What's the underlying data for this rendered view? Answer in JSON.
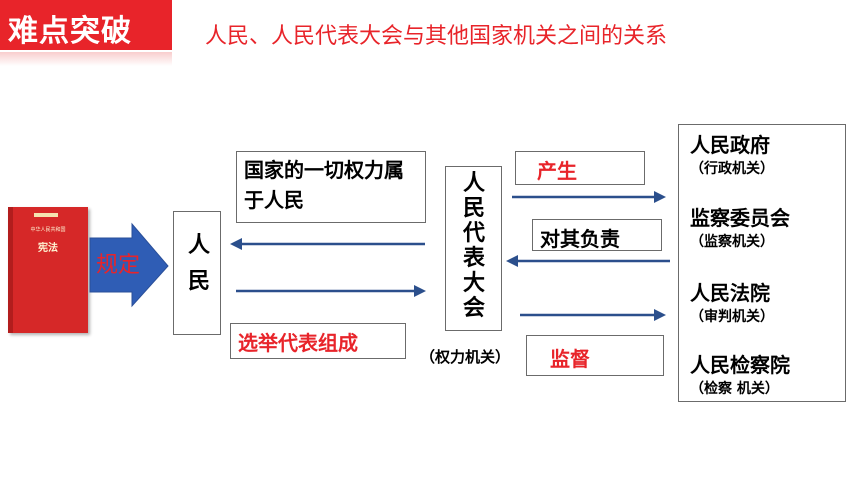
{
  "header": {
    "badge": "难点突破",
    "title": "人民、人民代表大会与其他国家机关之间的关系"
  },
  "book": {
    "top_label": "中华人民共和国",
    "title": "宪法"
  },
  "diagram": {
    "guiding_label": "规定",
    "people": "人民",
    "power_statement": "国家的一切权力属于人民",
    "election": "选举代表组成",
    "npc": "人民代表大会",
    "npc_note": "（权力机关）",
    "produce": "产生",
    "responsible": "对其负责",
    "supervise": "监督",
    "organs": [
      {
        "name": "人民政府",
        "type": "（行政机关）"
      },
      {
        "name": "监察委员会",
        "type": "（监察机关）"
      },
      {
        "name": "人民法院",
        "type": "（审判机关）"
      },
      {
        "name": "人民检察院",
        "type": "（检察 机关）"
      }
    ]
  },
  "colors": {
    "accent": "#e8242a",
    "arrow": "#2b4f8c",
    "big_arrow": "#2f5db5"
  }
}
